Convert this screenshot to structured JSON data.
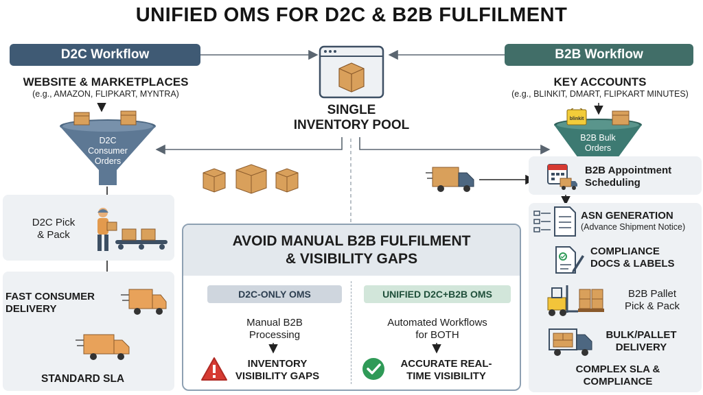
{
  "title": "UNIFIED OMS FOR D2C & B2B FULFILMENT",
  "d2c": {
    "header": "D2C Workflow",
    "source_title": "WEBSITE & MARKETPLACES",
    "source_sub": "(e.g., AMAZON, FLIPKART, MYNTRA)",
    "funnel_l1": "D2C",
    "funnel_l2": "Consumer",
    "funnel_l3": "Orders",
    "pick_l1": "D2C Pick",
    "pick_l2": "& Pack",
    "fast_l1": "FAST CONSUMER",
    "fast_l2": "DELIVERY",
    "standard": "STANDARD SLA"
  },
  "pool": {
    "l1": "SINGLE",
    "l2": "INVENTORY POOL"
  },
  "b2b": {
    "header": "B2B Workflow",
    "source_title": "KEY ACCOUNTS",
    "source_sub": "(e.g., BLINKIT, DMART, FLIPKART MINUTES)",
    "bag_label": "blinkit",
    "funnel_l1": "B2B Bulk",
    "funnel_l2": "Orders",
    "appt_l1": "B2B Appointment",
    "appt_l2": "Scheduling",
    "asn_l1": "ASN GENERATION",
    "asn_l2": "(Advance Shipment Notice)",
    "comp_l1": "COMPLIANCE",
    "comp_l2": "DOCS & LABELS",
    "pallet_l1": "B2B Pallet",
    "pallet_l2": "Pick & Pack",
    "bulk_l1": "BULK/PALLET",
    "bulk_l2": "DELIVERY",
    "sla_l1": "COMPLEX SLA &",
    "sla_l2": "COMPLIANCE"
  },
  "compare": {
    "title_l1": "AVOID MANUAL B2B FULFILMENT",
    "title_l2": "& VISIBILITY GAPS",
    "left_pill": "D2C-ONLY OMS",
    "left_text_l1": "Manual B2B",
    "left_text_l2": "Processing",
    "left_result_l1": "INVENTORY",
    "left_result_l2": "VISIBILITY GAPS",
    "right_pill": "UNIFIED D2C+B2B OMS",
    "right_text_l1": "Automated Workflows",
    "right_text_l2": "for BOTH",
    "right_result_l1": "ACCURATE REAL-",
    "right_result_l2": "TIME VISIBILITY"
  },
  "colors": {
    "d2c_header": "#3f5a74",
    "b2b_header": "#416e68",
    "box": "#d9a05b",
    "truck": "#e8a25a",
    "warning": "#d63a32",
    "success": "#2f9a57"
  }
}
